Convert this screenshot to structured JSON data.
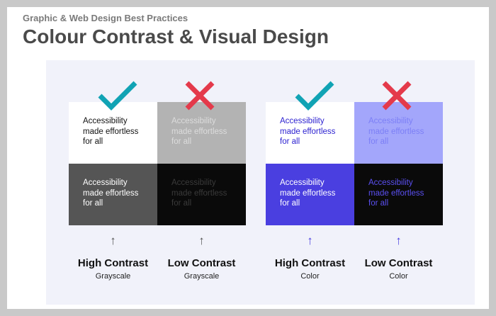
{
  "header": {
    "supertitle": "Graphic & Web Design Best Practices",
    "title": "Colour Contrast & Visual Design"
  },
  "sample_text": [
    "Accessibility",
    "made effortless",
    "for all"
  ],
  "icons": {
    "good": "check-mark-icon",
    "bad": "cross-mark-icon",
    "arrow": "arrow-up-icon"
  },
  "colors": {
    "check": "#11a3b4",
    "cross": "#e43a4b",
    "grayscale_arrow": "#555555",
    "color_arrow": "#4a3fe0"
  },
  "grayscale": {
    "cells": [
      {
        "bg": "#ffffff",
        "fg": "#111111"
      },
      {
        "bg": "#b3b3b3",
        "fg": "#dcdcdc"
      },
      {
        "bg": "#555555",
        "fg": "#ffffff"
      },
      {
        "bg": "#0a0a0a",
        "fg": "#3a3a3a"
      }
    ],
    "labels": [
      {
        "main": "High Contrast",
        "sub": "Grayscale"
      },
      {
        "main": "Low Contrast",
        "sub": "Grayscale"
      }
    ]
  },
  "color": {
    "cells": [
      {
        "bg": "#ffffff",
        "fg": "#2a1fd0"
      },
      {
        "bg": "#a3a6fb",
        "fg": "#7c7ff6"
      },
      {
        "bg": "#4a3fe0",
        "fg": "#ffffff"
      },
      {
        "bg": "#0a0a0a",
        "fg": "#5a4ff0"
      }
    ],
    "labels": [
      {
        "main": "High Contrast",
        "sub": "Color"
      },
      {
        "main": "Low Contrast",
        "sub": "Color"
      }
    ]
  }
}
